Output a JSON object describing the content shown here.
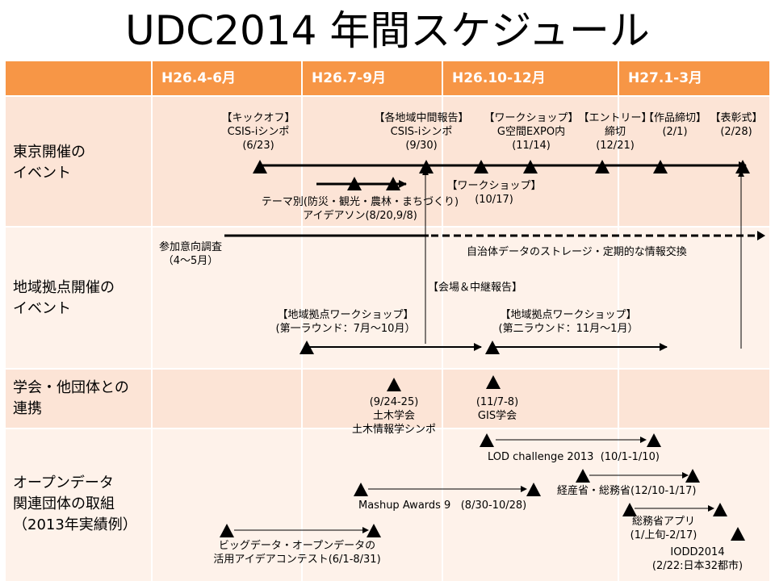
{
  "title": "UDC2014 年間スケジュール",
  "colors": {
    "header": "#F79646",
    "band_dark": "#FCE4D6",
    "band_light": "#FEF2EA"
  },
  "header": [
    "H26.4-6月",
    "H26.7-9月",
    "H26.10-12月",
    "H27.1-3月"
  ],
  "rows": [
    "東京開催の\nイベント",
    "地域拠点開催の\nイベント",
    "学会・他団体との\n連携",
    "オープンデータ\n関連団体の取組\n（2013年実績例）"
  ],
  "tokyo": {
    "kickoff": "【キックオフ】\nCSIS-iシンポ\n(6/23)",
    "midreport": "【各地域中間報告】\nCSIS-iシンポ\n(9/30)",
    "workshop_g": "【ワークショップ】\nG空間EXPO内\n(11/14)",
    "entry_close": "【エントリー】\n締切\n(12/21)",
    "work_close": "【作品締切】\n(2/1)",
    "award": "【表彰式】\n(2/28)",
    "workshop2": "【ワークショップ】\n(10/17)",
    "ideathon": "テーマ別(防災・観光・農林・まちづくり)\nアイデアソン(8/20,9/8)"
  },
  "regional": {
    "participation": "参加意向調査\n（4～5月）",
    "data_exchange": "自治体データのストレージ・定期的な情報交換",
    "venue_relay": "【会場＆中継報告】",
    "ws_round1": "【地域拠点ワークショップ】\n(第一ラウンド：7月～10月）",
    "ws_round2": "【地域拠点ワークショップ】\n(第二ラウンド：11月～1月）"
  },
  "academic": {
    "civil": "(9/24-25)\n土木学会\n土木情報学シンポ",
    "gis": "(11/7-8)\nGIS学会"
  },
  "opendata": {
    "lod": "LOD challenge 2013  (10/1-1/10)",
    "meti": "経産省・総務省(12/10-1/17)",
    "mashup": "Mashup Awards 9   (8/30-10/28)",
    "mic_app": "総務省アプリ\n(1/上旬-2/17)",
    "iodd": "IODD2014\n(2/22:日本32都市)",
    "bigdata": "ビッグデータ・オープンデータの\n活用アイデアコンテスト(6/1-8/31)"
  }
}
